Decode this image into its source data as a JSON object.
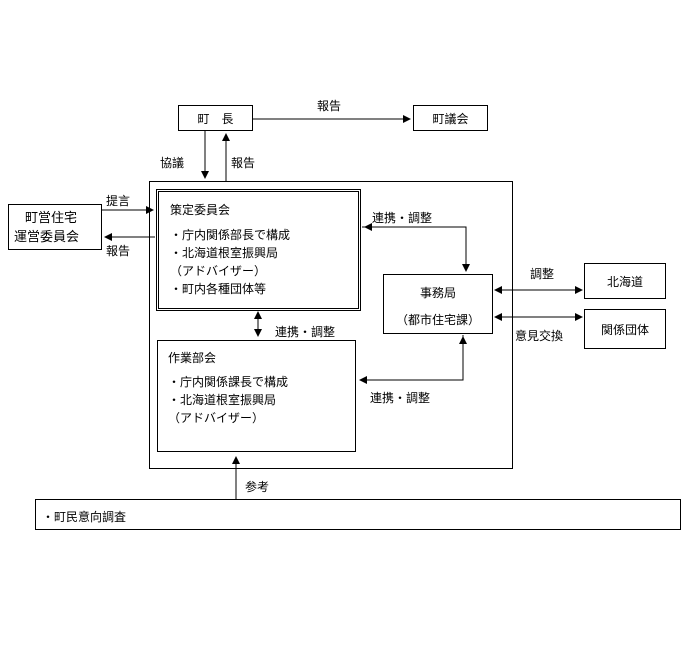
{
  "boxes": {
    "mayor": "町　長",
    "council": "町議会",
    "housing_committee_line1": "町営住宅",
    "housing_committee_line2": "運営委員会",
    "strategy_committee": {
      "title": "策定委員会",
      "items": [
        "・庁内関係部長で構成",
        "・北海道根室振興局",
        "（アドバイザー）",
        "・町内各種団体等"
      ]
    },
    "secretariat_line1": "事務局",
    "secretariat_line2": "（都市住宅課）",
    "hokkaido": "北海道",
    "related_groups": "関係団体",
    "working_group": {
      "title": "作業部会",
      "items": [
        "・庁内関係課長で構成",
        "・北海道根室振興局",
        "（アドバイザー）"
      ]
    },
    "survey": "・町民意向調査"
  },
  "labels": {
    "report_top": "報告",
    "consult": "協議",
    "report_mayor": "報告",
    "proposal": "提言",
    "report_left": "報告",
    "coord_secretariat": "連携・調整",
    "coord_working": "連携・調整",
    "coord_bottom": "連携・調整",
    "adjust": "調整",
    "opinion_exchange": "意見交換",
    "reference": "参考"
  }
}
